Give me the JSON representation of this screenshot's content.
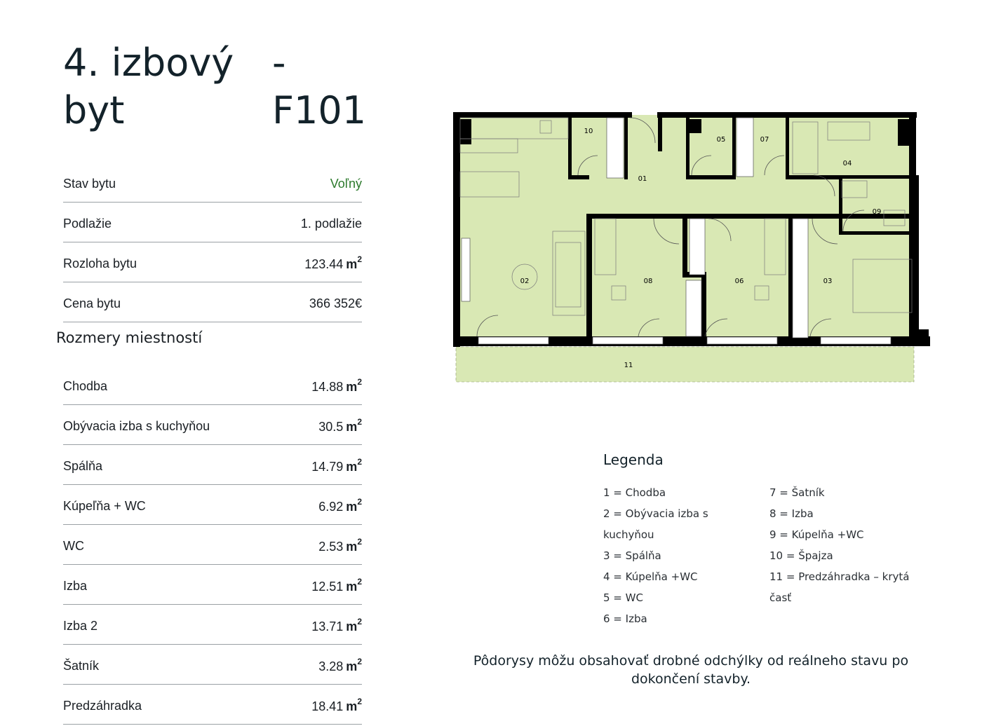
{
  "header": {
    "title_line1": "4. izbový",
    "title_line2": "byt",
    "title_dash": "-",
    "title_code": "F101"
  },
  "info": [
    {
      "label": "Stav bytu",
      "value": "Voľný",
      "unit": "",
      "sup": ""
    },
    {
      "label": "Podlažie",
      "value": "1. podlažie",
      "unit": "",
      "sup": ""
    },
    {
      "label": "Rozloha bytu",
      "value": "123.44",
      "unit": "m",
      "sup": "2"
    },
    {
      "label": "Cena bytu",
      "value": "366 352€",
      "unit": "",
      "sup": ""
    }
  ],
  "rooms_title": "Rozmery miestností",
  "rooms": [
    {
      "label": "Chodba",
      "value": "14.88",
      "unit": "m",
      "sup": "2"
    },
    {
      "label": "Obývacia izba s kuchyňou",
      "value": "30.5",
      "unit": "m",
      "sup": "2"
    },
    {
      "label": "Spálňa",
      "value": "14.79",
      "unit": "m",
      "sup": "2"
    },
    {
      "label": "Kúpeľňa + WC",
      "value": "6.92",
      "unit": "m",
      "sup": "2"
    },
    {
      "label": "WC",
      "value": "2.53",
      "unit": "m",
      "sup": "2"
    },
    {
      "label": "Izba",
      "value": "12.51",
      "unit": "m",
      "sup": "2"
    },
    {
      "label": "Izba 2",
      "value": "13.71",
      "unit": "m",
      "sup": "2"
    },
    {
      "label": "Šatník",
      "value": "3.28",
      "unit": "m",
      "sup": "2"
    },
    {
      "label": "Predzáhradka",
      "value": "18.41",
      "unit": "m",
      "sup": "2"
    }
  ],
  "plan": {
    "labels": [
      "01",
      "02",
      "03",
      "04",
      "05",
      "06",
      "07",
      "08",
      "09",
      "10",
      "11"
    ],
    "fill_color": "#d9e8b4",
    "wall_color": "#000000"
  },
  "legend": {
    "title": "Legenda",
    "col1": [
      "1 = Chodba",
      "2 = Obývacia izba s",
      "kuchyňou",
      "3 = Spálňa",
      "4 = Kúpelňa +WC",
      "5 = WC",
      "6 = Izba"
    ],
    "col2": [
      "7 = Šatník",
      "8 = Izba",
      "9 = Kúpelňa +WC",
      "10 = Špajza",
      "11 = Predzáhradka – krytá",
      "časť"
    ]
  },
  "disclaimer": "Pôdorysy môžu obsahovať drobné odchýlky od reálneho stavu po dokončení stavby."
}
